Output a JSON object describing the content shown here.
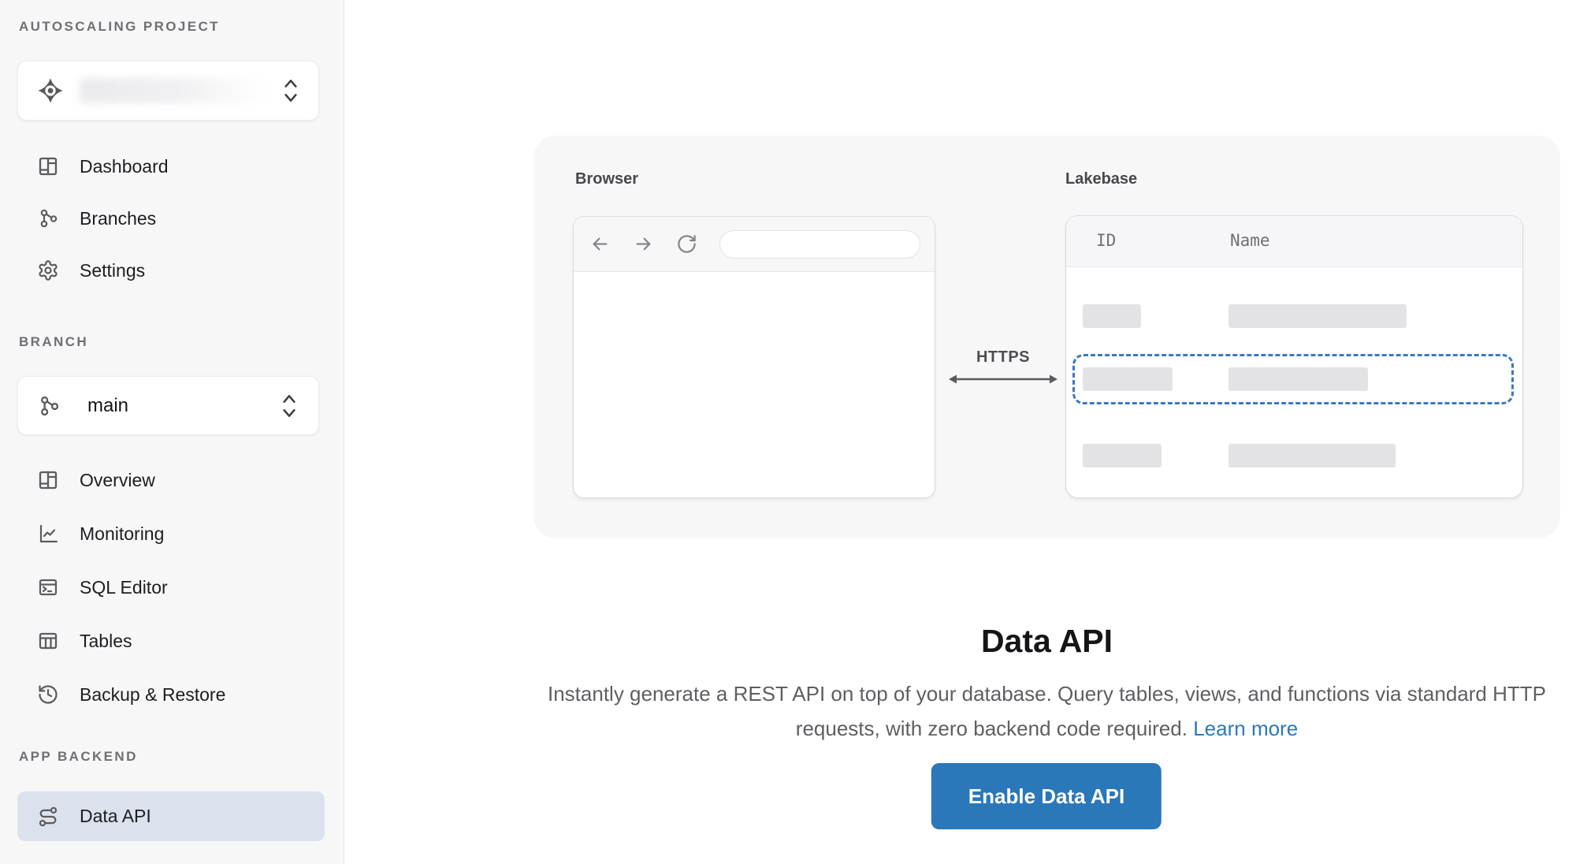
{
  "sidebar": {
    "project_section_label": "AUTOSCALING PROJECT",
    "project_selector": {
      "name_visible": "",
      "name_redacted": true
    },
    "nav_project": [
      {
        "label": "Dashboard"
      },
      {
        "label": "Branches"
      },
      {
        "label": "Settings"
      }
    ],
    "branch_section_label": "BRANCH",
    "branch_selector": {
      "value": "main"
    },
    "nav_branch": [
      {
        "label": "Overview"
      },
      {
        "label": "Monitoring"
      },
      {
        "label": "SQL Editor"
      },
      {
        "label": "Tables"
      },
      {
        "label": "Backup & Restore"
      }
    ],
    "app_backend_section_label": "APP BACKEND",
    "nav_app_backend": [
      {
        "label": "Data API",
        "active": true
      }
    ]
  },
  "diagram": {
    "browser_label": "Browser",
    "lakebase_label": "Lakebase",
    "https_label": "HTTPS",
    "table": {
      "columns": [
        "ID",
        "Name"
      ]
    }
  },
  "content": {
    "title": "Data API",
    "description": "Instantly generate a REST API on top of your database. Query tables, views, and functions via standard HTTP requests, with zero backend code required.",
    "learn_more_label": "Learn more",
    "enable_button_label": "Enable Data API"
  },
  "colors": {
    "sidebar_bg": "#f7f7f8",
    "active_item_bg": "#dbe2ee",
    "panel_bg": "#f7f7f8",
    "dashed_highlight": "#3a7ac1",
    "button_bg": "#2a77b9",
    "link": "#2b79bd",
    "placeholder_bar": "#e3e3e6"
  }
}
